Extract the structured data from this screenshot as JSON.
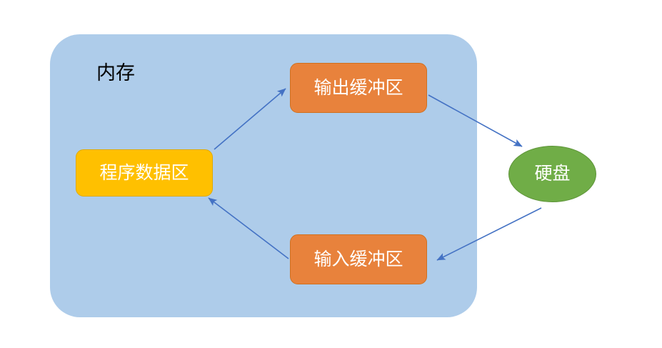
{
  "diagram": {
    "title_label": "内存",
    "container_color": "#aeccea",
    "nodes": [
      {
        "id": "program-data",
        "label": "程序数据区",
        "shape": "rounded-rect",
        "color": "#ffc000",
        "text_color": "#ffffff"
      },
      {
        "id": "output-buffer",
        "label": "输出缓冲区",
        "shape": "rounded-rect",
        "color": "#e8823c",
        "text_color": "#ffffff"
      },
      {
        "id": "input-buffer",
        "label": "输入缓冲区",
        "shape": "rounded-rect",
        "color": "#e8823c",
        "text_color": "#ffffff"
      },
      {
        "id": "hard-disk",
        "label": "硬盘",
        "shape": "ellipse",
        "color": "#70ad47",
        "text_color": "#ffffff"
      }
    ],
    "edges": [
      {
        "id": "program-data-to-output-buffer",
        "from": "program-data",
        "to": "output-buffer",
        "color": "#4472c4"
      },
      {
        "id": "output-buffer-to-hard-disk",
        "from": "output-buffer",
        "to": "hard-disk",
        "color": "#4472c4"
      },
      {
        "id": "hard-disk-to-input-buffer",
        "from": "hard-disk",
        "to": "input-buffer",
        "color": "#4472c4"
      },
      {
        "id": "input-buffer-to-program-data",
        "from": "input-buffer",
        "to": "program-data",
        "color": "#4472c4"
      }
    ]
  }
}
